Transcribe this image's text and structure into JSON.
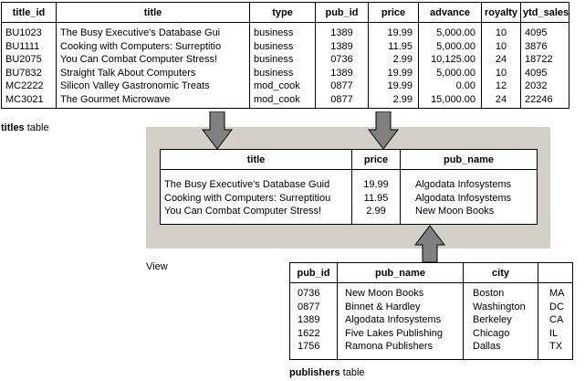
{
  "titles_table": {
    "headers": [
      "title_id",
      "title",
      "type",
      "pub_id",
      "price",
      "advance",
      "royalty",
      "ytd_sales"
    ],
    "rows": [
      [
        "BU1023",
        "The Busy Executive's Database Gui",
        "business",
        "1389",
        "19.99",
        "5,000.00",
        "10",
        "4095"
      ],
      [
        "BU1111",
        "Cooking with Computers: Surreptitio",
        "business",
        "1389",
        "11.95",
        "5,000.00",
        "10",
        "3876"
      ],
      [
        "BU2075",
        "You Can Combat Computer Stress!",
        "business",
        "0736",
        "2.99",
        "10,125.00",
        "24",
        "18722"
      ],
      [
        "BU7832",
        "Straight Talk About Computers",
        "business",
        "1389",
        "19.99",
        "5,000.00",
        "10",
        "4095"
      ],
      [
        "MC2222",
        "Silicon Valley Gastronomic Treats",
        "mod_cook",
        "0877",
        "19.99",
        "0.00",
        "12",
        "2032"
      ],
      [
        "MC3021",
        "The Gourmet Microwave",
        "mod_cook",
        "0877",
        "2.99",
        "15,000.00",
        "24",
        "22246"
      ]
    ],
    "caption_bold": "titles",
    "caption_rest": " table"
  },
  "view_table": {
    "headers": [
      "title",
      "price",
      "pub_name"
    ],
    "rows": [
      [
        "The Busy Executive's Database Guid",
        "19.99",
        "Algodata Infosystems"
      ],
      [
        "Cooking with Computers: Surreptitiou",
        "11.95",
        "Algodata Infosystems"
      ],
      [
        "You Can Combat Computer Stress!",
        "2.99",
        "New Moon Books"
      ]
    ],
    "caption": "View"
  },
  "publishers_table": {
    "headers": [
      "pub_id",
      "pub_name",
      "city",
      ""
    ],
    "rows": [
      [
        "0736",
        "New Moon Books",
        "Boston",
        "MA"
      ],
      [
        "0877",
        "Binnet & Hardley",
        "Washington",
        "DC"
      ],
      [
        "1389",
        "Algodata Infosystems",
        "Berkeley",
        "CA"
      ],
      [
        "1622",
        "Five Lakes Publishing",
        "Chicago",
        "IL"
      ],
      [
        "1756",
        "Ramona Publishers",
        "Dallas",
        "TX"
      ]
    ],
    "caption_bold": "publishers",
    "caption_rest": " table"
  },
  "colors": {
    "view_panel": "#d4d0c8",
    "arrow_fill": "#808080"
  }
}
